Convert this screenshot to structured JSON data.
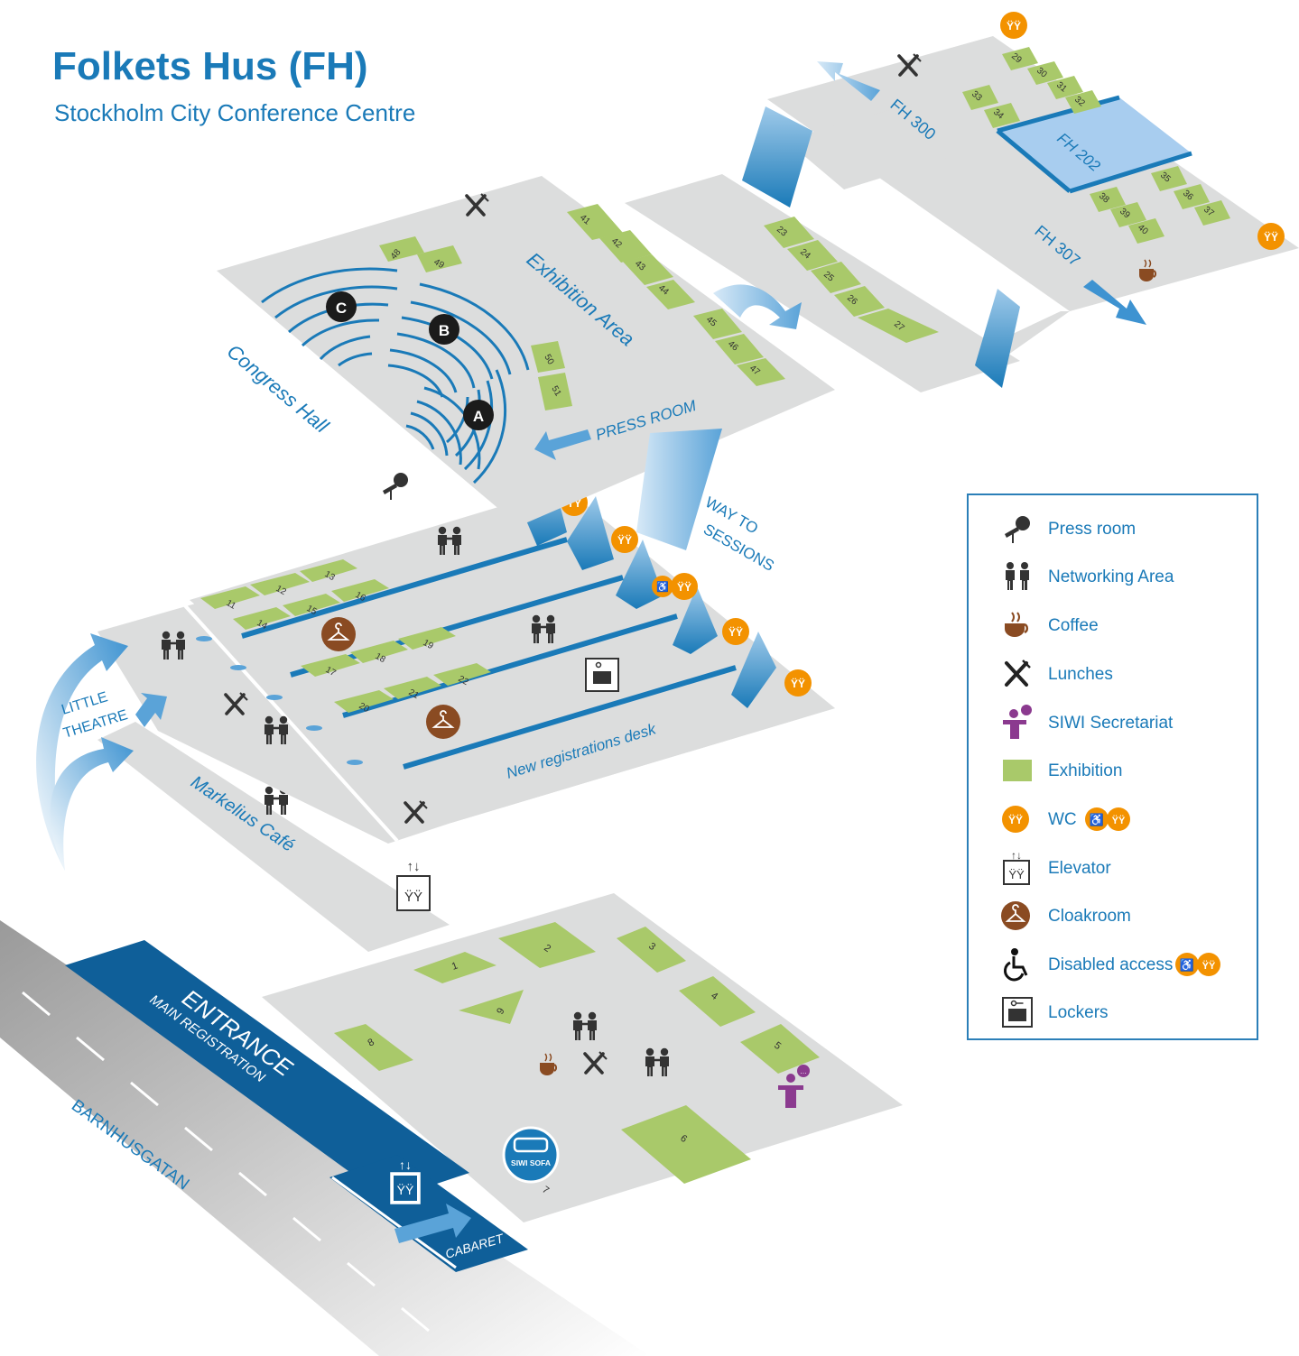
{
  "header": {
    "title": "Folkets Hus (FH)",
    "subtitle": "Stockholm City Conference Centre"
  },
  "colors": {
    "floor": "#dcdddd",
    "exhibition": "#a9c96a",
    "accent": "#1a7ab8",
    "dark_blue": "#0f5f99",
    "wc": "#f39200",
    "cloak": "#8a4b22",
    "secretariat": "#8b3a8f",
    "room202": "#a8cdef"
  },
  "labels": {
    "fh300": "FH 300",
    "fh202": "FH 202",
    "fh307": "FH 307",
    "exhibition_area": "Exhibition Area",
    "congress_hall": "Congress Hall",
    "press_room": "PRESS ROOM",
    "way_to_sessions_1": "WAY TO",
    "way_to_sessions_2": "SESSIONS",
    "little_theatre_1": "LITTLE",
    "little_theatre_2": "THEATRE",
    "markelius": "Markelius Café",
    "new_reg": "New registrations desk",
    "entrance": "ENTRANCE",
    "main_reg": "MAIN REGISTRATION",
    "street": "BARNHUSGATAN",
    "cabaret": "CABARET",
    "siwi_sofa": "SIWI SOFA",
    "sofa_num": "7",
    "hall_a": "A",
    "hall_b": "B",
    "hall_c": "C"
  },
  "booths": {
    "b1": "1",
    "b2": "2",
    "b3": "3",
    "b4": "4",
    "b5": "5",
    "b6": "6",
    "b8": "8",
    "b9": "9",
    "b11": "11",
    "b12": "12",
    "b13": "13",
    "b14": "14",
    "b15": "15",
    "b16": "16",
    "b17": "17",
    "b18": "18",
    "b19": "19",
    "b20": "20",
    "b21": "21",
    "b22": "22",
    "b23": "23",
    "b24": "24",
    "b25": "25",
    "b26": "26",
    "b27": "27",
    "b29": "29",
    "b30": "30",
    "b31": "31",
    "b32": "32",
    "b33": "33",
    "b34": "34",
    "b35": "35",
    "b36": "36",
    "b37": "37",
    "b38": "38",
    "b39": "39",
    "b40": "40",
    "b41": "41",
    "b42": "42",
    "b43": "43",
    "b44": "44",
    "b45": "45",
    "b46": "46",
    "b47": "47",
    "b48": "48",
    "b49": "49",
    "b50": "50",
    "b51": "51"
  },
  "legend": {
    "items": [
      {
        "label": "Press room",
        "icon": "microphone-icon"
      },
      {
        "label": "Networking Area",
        "icon": "networking-icon"
      },
      {
        "label": "Coffee",
        "icon": "coffee-icon"
      },
      {
        "label": "Lunches",
        "icon": "lunch-icon"
      },
      {
        "label": "SIWI Secretariat",
        "icon": "secretariat-icon"
      },
      {
        "label": "Exhibition",
        "icon": "exhibition-swatch"
      },
      {
        "label": "WC",
        "icon": "wc-icon"
      },
      {
        "label": "Elevator",
        "icon": "elevator-icon"
      },
      {
        "label": "Cloakroom",
        "icon": "cloakroom-icon"
      },
      {
        "label": "Disabled access",
        "icon": "disabled-access-icon"
      },
      {
        "label": "Lockers",
        "icon": "lockers-icon"
      }
    ]
  }
}
